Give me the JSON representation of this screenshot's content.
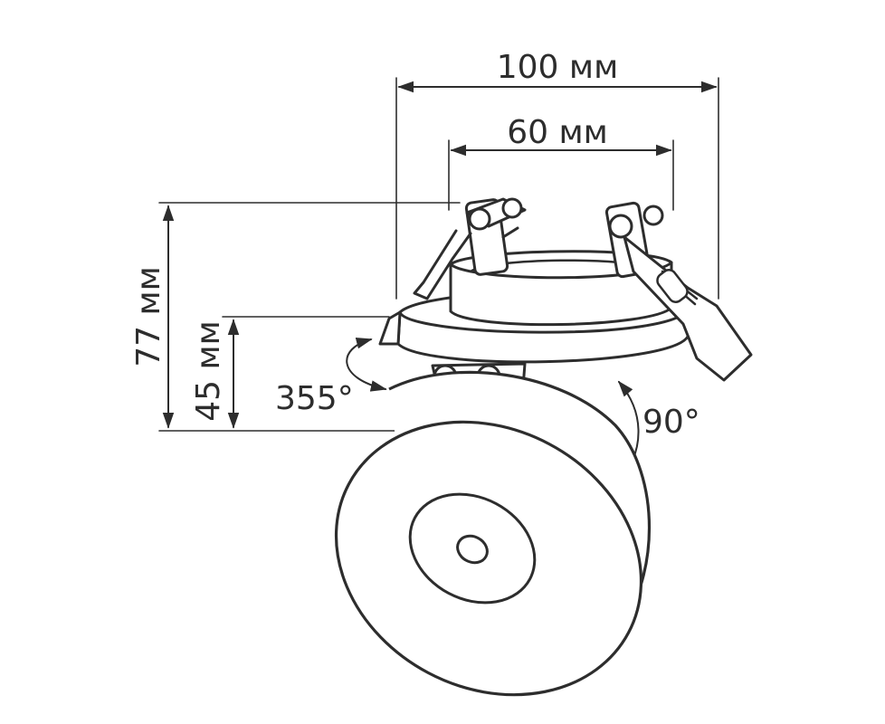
{
  "dimensions": {
    "outer_width": "100 мм",
    "cutout_width": "60 мм",
    "total_height": "77 мм",
    "head_height": "45 мм"
  },
  "angles": {
    "rotation": "355°",
    "tilt": "90°"
  },
  "colors": {
    "stroke": "#2d2d2d",
    "background": "#ffffff"
  }
}
